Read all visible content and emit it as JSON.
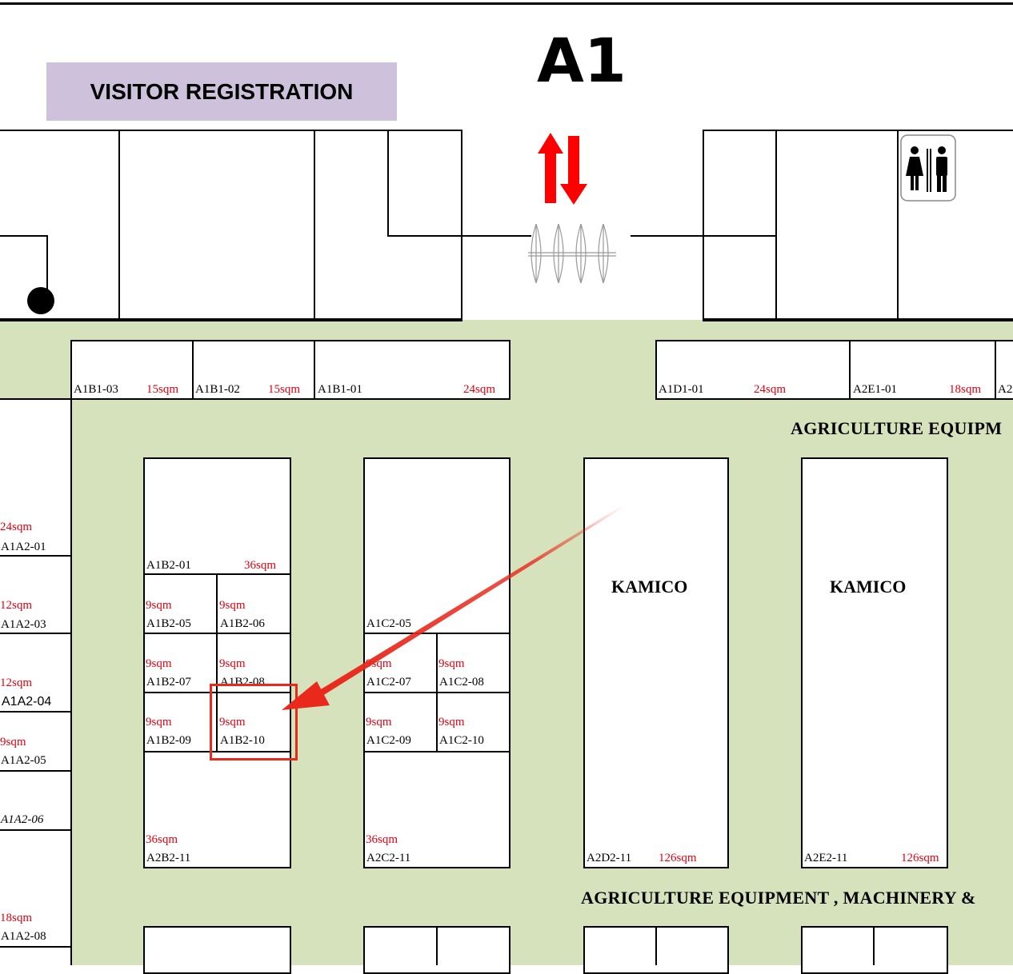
{
  "hall": {
    "title": "A1",
    "visitor_registration": "VISITOR REGISTRATION"
  },
  "categories": {
    "top": "AGRICULTURE EQUIPM",
    "bottom": "AGRICULTURE EQUIPMENT , MACHINERY &"
  },
  "companies": {
    "kamico_1": "KAMICO",
    "kamico_2": "KAMICO"
  },
  "left_column": [
    {
      "size": "24sqm",
      "code": "A1A2-01"
    },
    {
      "size": "12sqm",
      "code": "A1A2-03"
    },
    {
      "size": "12sqm",
      "code": "A1A2-04"
    },
    {
      "size": "9sqm",
      "code": "A1A2-05"
    },
    {
      "size": "",
      "code": "A1A2-06"
    },
    {
      "size": "18sqm",
      "code": "A1A2-08"
    }
  ],
  "top_row": {
    "a1b1_03": {
      "code": "A1B1-03",
      "size": "15sqm"
    },
    "a1b1_02": {
      "code": "A1B1-02",
      "size": "15sqm"
    },
    "a1b1_01": {
      "code": "A1B1-01",
      "size": "24sqm"
    },
    "a1d1_01": {
      "code": "A1D1-01",
      "size": "24sqm"
    },
    "a2e1_01": {
      "code": "A2E1-01",
      "size": "18sqm"
    },
    "a2_cut": {
      "code": "A2"
    }
  },
  "block_b": {
    "a1b2_01": {
      "code": "A1B2-01",
      "size": "36sqm"
    },
    "a1b2_05": {
      "code": "A1B2-05",
      "size": "9sqm"
    },
    "a1b2_06": {
      "code": "A1B2-06",
      "size": "9sqm"
    },
    "a1b2_07": {
      "code": "A1B2-07",
      "size": "9sqm"
    },
    "a1b2_08": {
      "code": "A1B2-08",
      "size": "9sqm"
    },
    "a1b2_09": {
      "code": "A1B2-09",
      "size": "9sqm"
    },
    "a1b2_10": {
      "code": "A1B2-10",
      "size": "9sqm"
    },
    "a2b2_11": {
      "code": "A2B2-11",
      "size": "36sqm"
    }
  },
  "block_c": {
    "a1c2_05": {
      "code": "A1C2-05"
    },
    "a1c2_07": {
      "code": "A1C2-07",
      "size": "9sqm"
    },
    "a1c2_08": {
      "code": "A1C2-08",
      "size": "9sqm"
    },
    "a1c2_09": {
      "code": "A1C2-09",
      "size": "9sqm"
    },
    "a1c2_10": {
      "code": "A1C2-10",
      "size": "9sqm"
    },
    "a2c2_11": {
      "code": "A2C2-11",
      "size": "36sqm"
    }
  },
  "block_d": {
    "a2d2_11": {
      "code": "A2D2-11",
      "size": "126sqm"
    }
  },
  "block_e": {
    "a2e2_11": {
      "code": "A2E2-11",
      "size": "126sqm"
    }
  },
  "colors": {
    "floor": "#d6e2bc",
    "size_text": "#e4000f",
    "highlight": "#e8291c",
    "visitor_bg": "#cdc1dc"
  }
}
